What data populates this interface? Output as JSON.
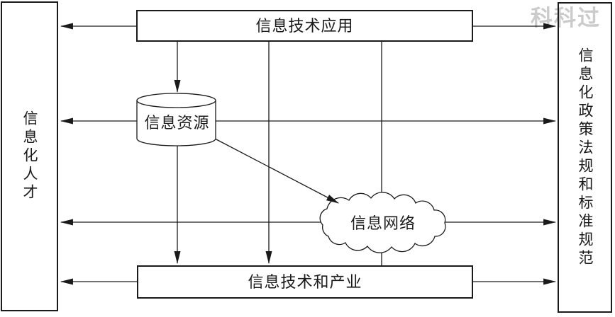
{
  "watermark": {
    "text": "科科过",
    "color": "#cbcbcb"
  },
  "nodes": {
    "top_box": {
      "label": "信息技术应用",
      "shape": "rectangle"
    },
    "left_box": {
      "label": "信息化人才",
      "shape": "rectangle"
    },
    "right_box": {
      "label": "信息化政策法规和标准规范",
      "shape": "rectangle"
    },
    "bottom_box": {
      "label": "信息技术和产业",
      "shape": "rectangle"
    },
    "cylinder": {
      "label": "信息资源",
      "shape": "database-cylinder"
    },
    "cloud": {
      "label": "信息网络",
      "shape": "cloud"
    }
  },
  "edges": [
    {
      "from": "信息技术应用",
      "to": "信息化人才"
    },
    {
      "from": "信息技术应用",
      "to": "信息化政策法规和标准规范"
    },
    {
      "from": "信息技术应用",
      "to": "信息资源"
    },
    {
      "from": "信息技术应用",
      "to": "信息技术和产业"
    },
    {
      "from": "信息资源",
      "to": "信息化人才"
    },
    {
      "from": "信息资源",
      "to": "信息化政策法规和标准规范"
    },
    {
      "from": "信息资源",
      "to": "信息网络"
    },
    {
      "from": "信息资源",
      "to": "信息技术和产业"
    },
    {
      "from": "信息网络",
      "to": "信息化人才"
    },
    {
      "from": "信息网络",
      "to": "信息化政策法规和标准规范"
    },
    {
      "from": "信息技术和产业",
      "to": "信息化人才"
    },
    {
      "from": "信息技术和产业",
      "to": "信息化政策法规和标准规范"
    }
  ],
  "colors": {
    "ink": "#1a1a1a",
    "background": "#ffffff",
    "watermark": "#cbcbcb"
  }
}
